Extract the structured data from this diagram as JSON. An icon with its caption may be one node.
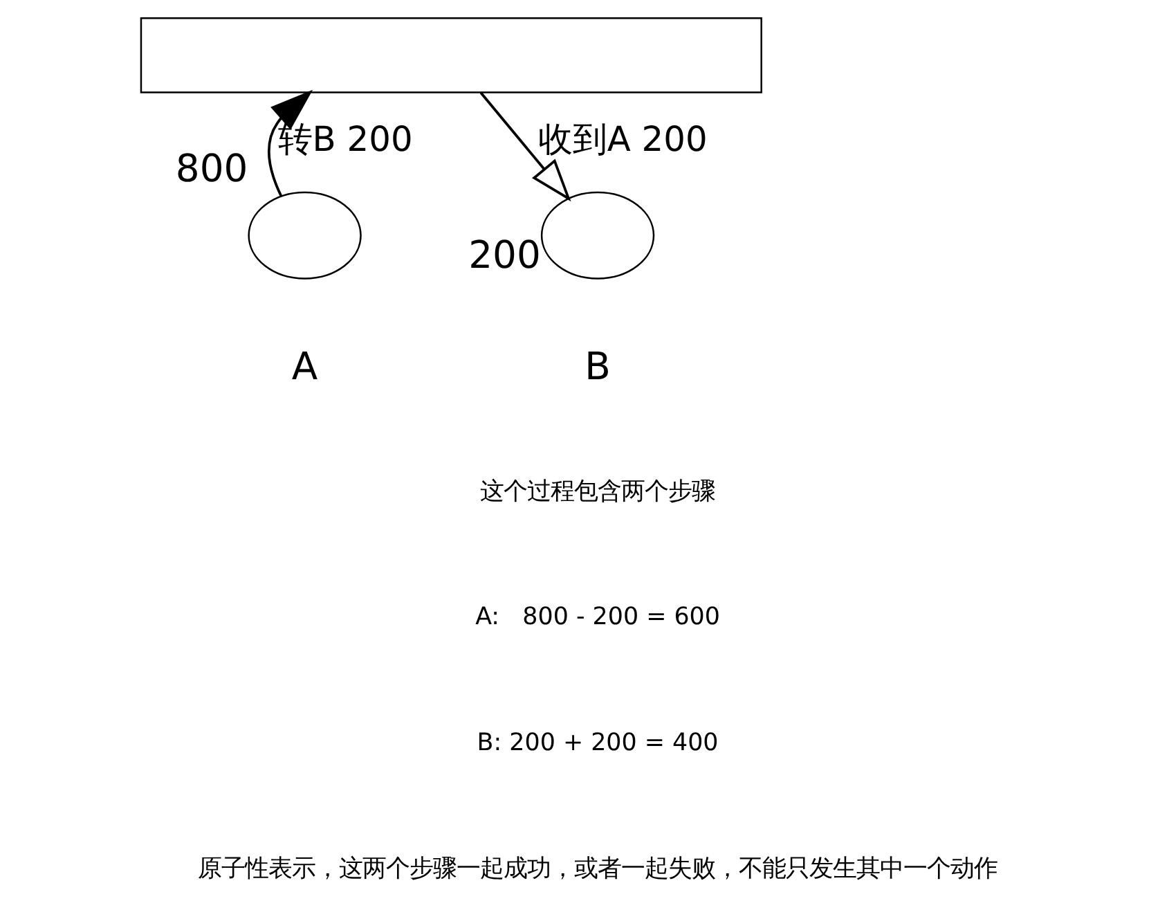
{
  "diagram": {
    "nodes": [
      {
        "text": [],
        "shape": "box"
      },
      {
        "text": [],
        "shape": "circle",
        "beside": [
          "800",
          "A"
        ]
      },
      {
        "text": [],
        "shape": "circle",
        "beside": [
          "200",
          "B"
        ]
      }
    ],
    "edges": [
      {
        "from": 1,
        "to": 0,
        "arrow": "to",
        "label": "转B 200"
      },
      {
        "from": 0,
        "to": 2,
        "arrow": "to",
        "label": "收到A 200"
      }
    ],
    "labels": [
      "这个过程包含两个步骤",
      "A:   800 - 200 = 600",
      "B: 200 + 200 = 400",
      "原子性表示，这两个步骤一起成功，或者一起失败，不能只发生其中一个动作"
    ]
  }
}
